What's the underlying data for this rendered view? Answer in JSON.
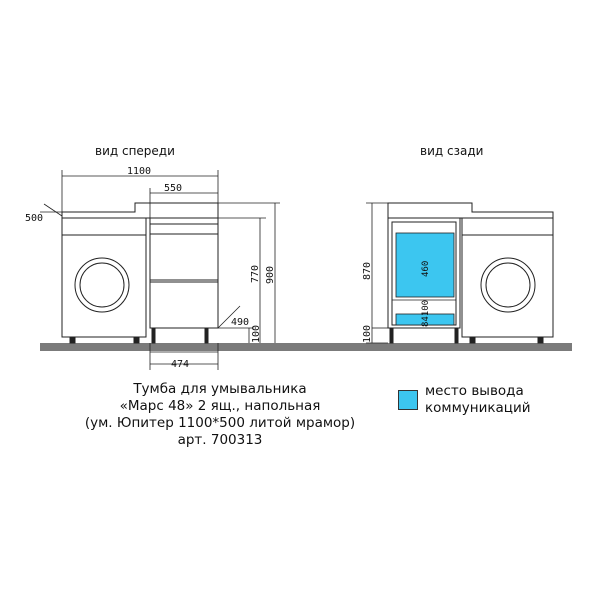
{
  "views": {
    "front_label": "вид спереди",
    "back_label": "вид сзади"
  },
  "dimensions": {
    "total_width": "1100",
    "cabinet_width": "550",
    "depth": "500",
    "cabinet_height": "770",
    "total_height": "900",
    "inner_depth": "490",
    "leg_height": "100",
    "cabinet_body_width": "474",
    "back_height": "870",
    "back_leg_height": "100",
    "zone_upper": "460",
    "zone_mid": "84100",
    "zone_lower": "100"
  },
  "caption": {
    "line1": "Тумба для умывальника",
    "line2": "«Марс 48» 2 ящ., напольная",
    "line3": "(ум. Юпитер 1100*500 литой мрамор)",
    "line4": "арт. 700313"
  },
  "legend": {
    "line1": "место вывода",
    "line2": "коммуникаций",
    "color": "#3cc6f0"
  }
}
